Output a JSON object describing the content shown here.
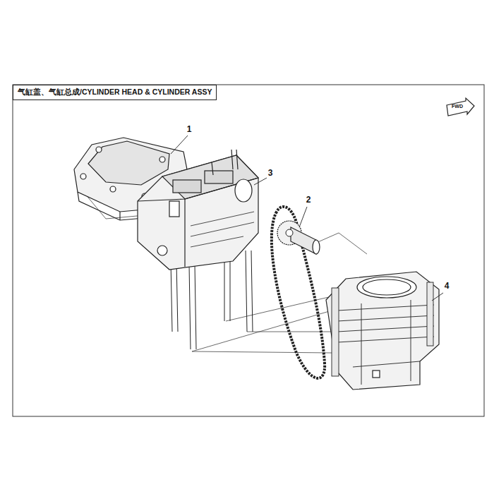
{
  "diagram": {
    "title": "气缸盖、气缸总成/CYLINDER HEAD & CYLINDER ASSY",
    "labels": [
      "1",
      "2",
      "3",
      "4",
      "FWD"
    ]
  }
}
